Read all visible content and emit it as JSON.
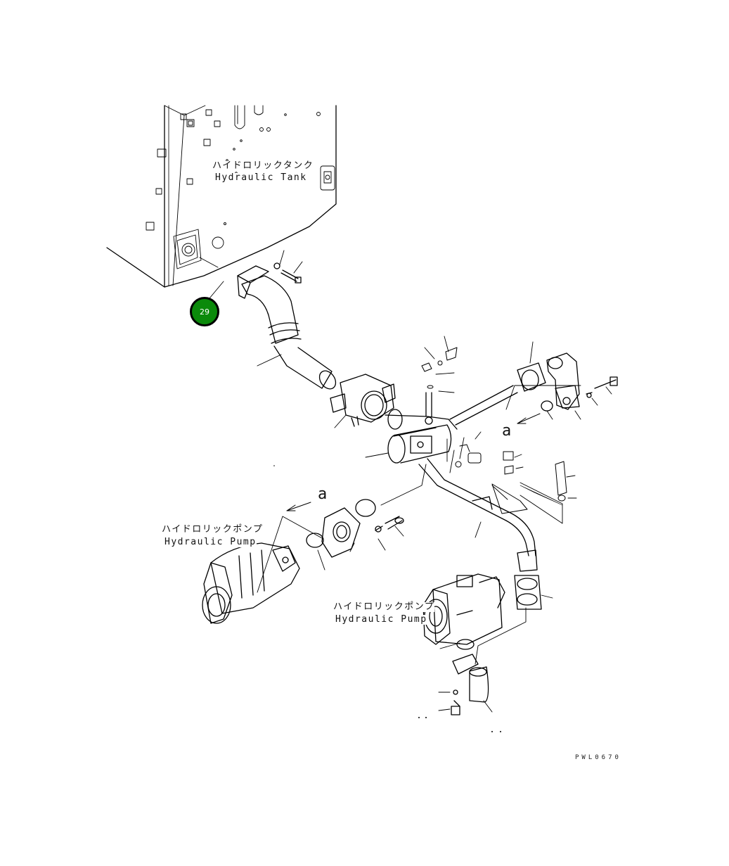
{
  "labels": {
    "tank_jp": "ハイドロリックタンク",
    "tank_en": "Hydraulic Tank",
    "pump1_jp": "ハイドロリックポンプ",
    "pump1_en": "Hydraulic Pump",
    "pump2_jp": "ハイドロリックポンプ",
    "pump2_en": "Hydraulic Pump",
    "view_a_1": "a",
    "view_a_2": "a"
  },
  "callouts": [
    {
      "number": "29",
      "color": "#0b8a0b"
    }
  ],
  "drawing_code": "PWL0670"
}
